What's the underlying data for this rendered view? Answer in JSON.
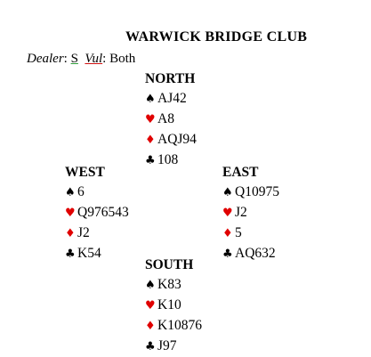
{
  "title": "WARWICK BRIDGE CLUB",
  "dealer_line": {
    "dealer_label": "Dealer",
    "dealer_sep": ": ",
    "dealer_value": "S",
    "vul_label": "Vul",
    "vul_sep": ": ",
    "vul_value": "Both"
  },
  "colors": {
    "red_suit": "#e00000",
    "black_suit": "#000000"
  },
  "suit_symbols": {
    "spades": "♠",
    "hearts": "♥",
    "diamonds": "♦",
    "clubs": "♣"
  },
  "hands": {
    "north": {
      "name": "NORTH",
      "spades": "AJ42",
      "hearts": "A8",
      "diamonds": "AQJ94",
      "clubs": "108"
    },
    "west": {
      "name": "WEST",
      "spades": "6",
      "hearts": "Q976543",
      "diamonds": "J2",
      "clubs": "K54"
    },
    "east": {
      "name": "EAST",
      "spades": "Q10975",
      "hearts": "J2",
      "diamonds": "5",
      "clubs": "AQ632"
    },
    "south": {
      "name": "SOUTH",
      "spades": "K83",
      "hearts": "K10",
      "diamonds": "K10876",
      "clubs": "J97"
    }
  }
}
